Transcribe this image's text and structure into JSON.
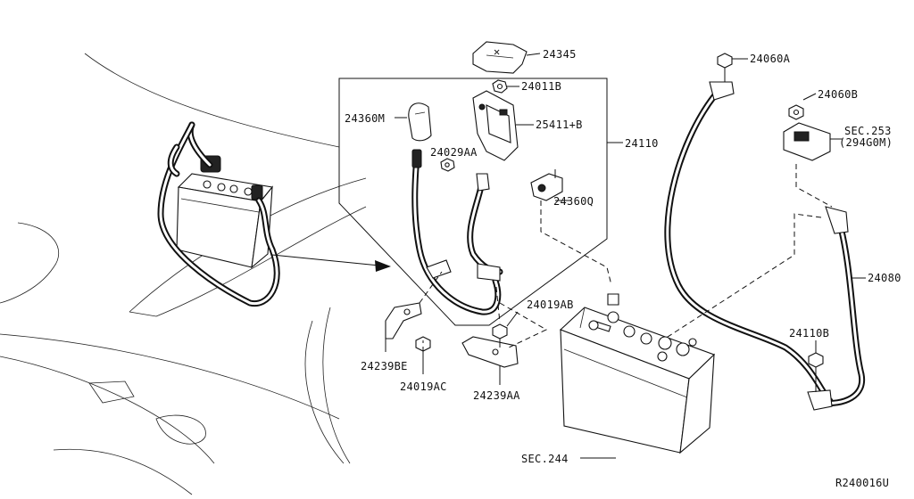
{
  "diagram_code": "R240016U",
  "labels": {
    "p24345": "24345",
    "p24011B": "24011B",
    "p24360M": "24360M",
    "p25411B": "25411+B",
    "p24029AA": "24029AA",
    "p24110": "24110",
    "p24360Q": "24360Q",
    "p24019AB": "24019AB",
    "p24239BE": "24239BE",
    "p24019AC": "24019AC",
    "p24239AA": "24239AA",
    "p24060A": "24060A",
    "p24060B": "24060B",
    "sec253": "SEC.253",
    "sec253sub": "(294G0M)",
    "p24080": "24080",
    "p24110B": "24110B",
    "sec244": "SEC.244"
  },
  "colors": {
    "ink": "#111111",
    "background": "#ffffff"
  }
}
